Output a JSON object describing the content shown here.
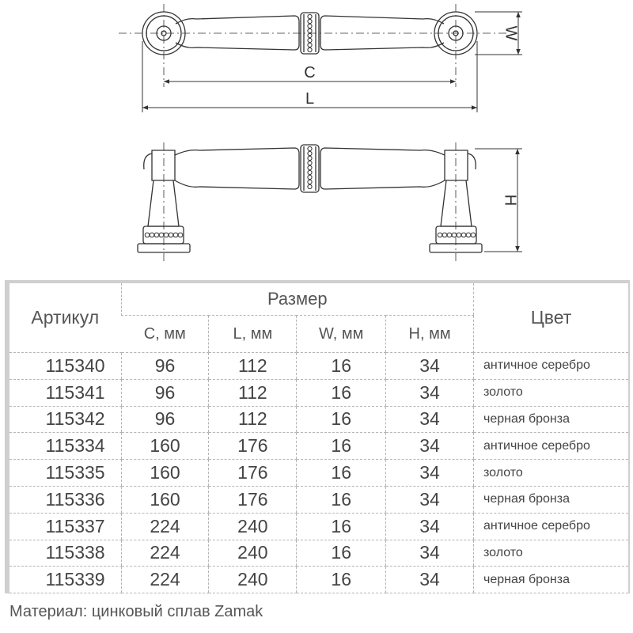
{
  "drawing": {
    "labels": {
      "c": "C",
      "l": "L",
      "w": "W",
      "h": "H"
    }
  },
  "table": {
    "headers": {
      "article": "Артикул",
      "size": "Размер",
      "color": "Цвет",
      "c": "C, мм",
      "l": "L, мм",
      "w": "W, мм",
      "h": "H, мм"
    },
    "rows": [
      {
        "article": "115340",
        "c": "96",
        "l": "112",
        "w": "16",
        "h": "34",
        "color": "античное серебро"
      },
      {
        "article": "115341",
        "c": "96",
        "l": "112",
        "w": "16",
        "h": "34",
        "color": "золото"
      },
      {
        "article": "115342",
        "c": "96",
        "l": "112",
        "w": "16",
        "h": "34",
        "color": "черная бронза"
      },
      {
        "article": "115334",
        "c": "160",
        "l": "176",
        "w": "16",
        "h": "34",
        "color": "античное серебро"
      },
      {
        "article": "115335",
        "c": "160",
        "l": "176",
        "w": "16",
        "h": "34",
        "color": "золото"
      },
      {
        "article": "115336",
        "c": "160",
        "l": "176",
        "w": "16",
        "h": "34",
        "color": "черная бронза"
      },
      {
        "article": "115337",
        "c": "224",
        "l": "240",
        "w": "16",
        "h": "34",
        "color": "античное серебро"
      },
      {
        "article": "115338",
        "c": "224",
        "l": "240",
        "w": "16",
        "h": "34",
        "color": "золото"
      },
      {
        "article": "115339",
        "c": "224",
        "l": "240",
        "w": "16",
        "h": "34",
        "color": "черная бронза"
      }
    ]
  },
  "footer": {
    "material": "Материал: цинковый сплав Zamak"
  },
  "colors": {
    "line": "#333333",
    "grid": "#b5b5b5",
    "frame": "#cfcfcf"
  }
}
